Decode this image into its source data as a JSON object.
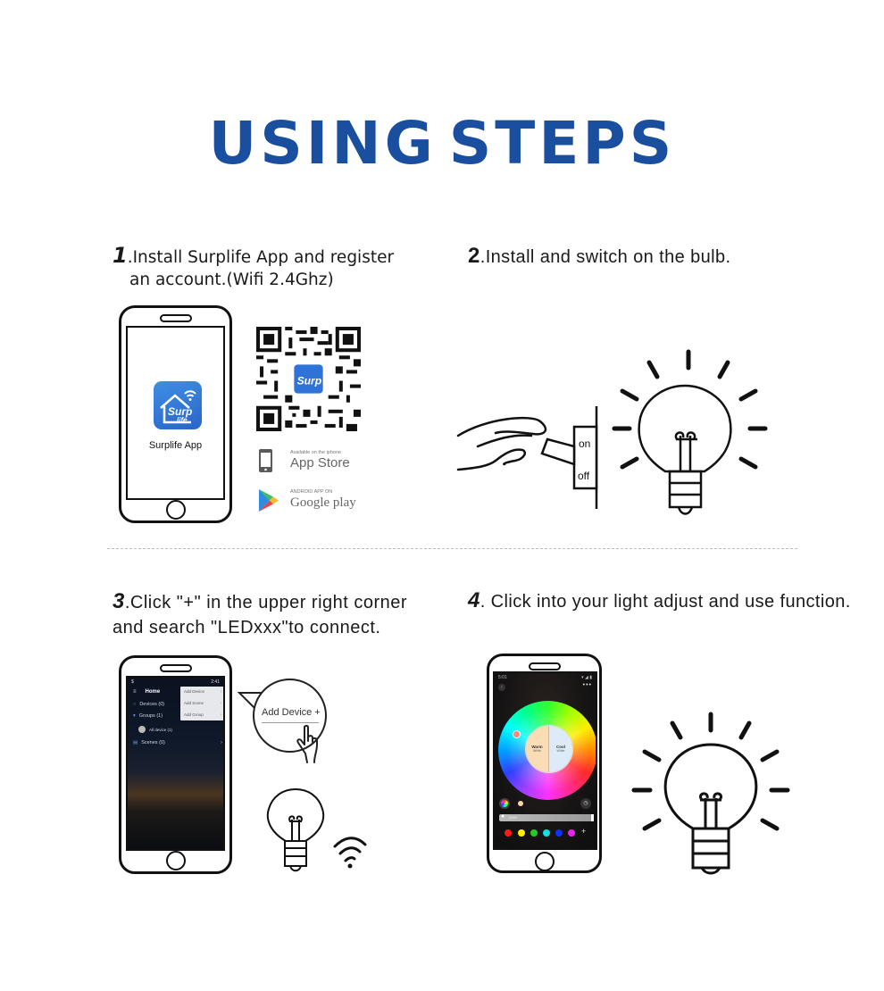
{
  "title": {
    "word1": "USING",
    "word2": "STEPS",
    "color": "#1a4fa0"
  },
  "steps": [
    {
      "number": "1",
      "line1": ".Install Surplife App and register",
      "line2": "an account.(Wifi 2.4Ghz)",
      "phone": {
        "app_icon_text": "Surp",
        "app_icon_text2": "life",
        "app_label": "Surplife App"
      },
      "stores": [
        {
          "small": "Available on the iphone",
          "big": "App Store",
          "icon": "phone-icon"
        },
        {
          "small": "ANDROID APP ON",
          "big": "Google play",
          "icon": "google-play-icon"
        }
      ]
    },
    {
      "number": "2",
      "text": ".Install and switch on the bulb.",
      "switch": {
        "on_label": "on",
        "off_label": "off"
      }
    },
    {
      "number": "3",
      "line1": ".Click \"+\" in the upper right corner",
      "line2": "and search \"LEDxxx\"to connect.",
      "phone": {
        "status_time": "2:41",
        "status_left": "$",
        "header": "Home",
        "menu": [
          {
            "label": "Devices (0)",
            "icon": "bulb-icon"
          },
          {
            "label": "Groups (1)",
            "icon": "filter-icon"
          },
          {
            "label": "All device (1)",
            "icon": "device-icon"
          },
          {
            "label": "Scenes (0)",
            "icon": "scenes-icon"
          }
        ],
        "dropdown": [
          "Add Device",
          "Add Scene",
          "Add Group"
        ]
      },
      "bubble_label": "Add Device +"
    },
    {
      "number": "4",
      "text": ". Click into your light adjust and use function.",
      "phone": {
        "status_time": "5:01",
        "warm_title": "Warm",
        "warm_sub": "White",
        "cool_title": "Cool",
        "cool_sub": "White",
        "brightness": "100%",
        "swatches": [
          "#ff1a1a",
          "#ffee00",
          "#22cc22",
          "#11e0e0",
          "#1030ff",
          "#ee22ee"
        ],
        "more": "+"
      }
    }
  ]
}
